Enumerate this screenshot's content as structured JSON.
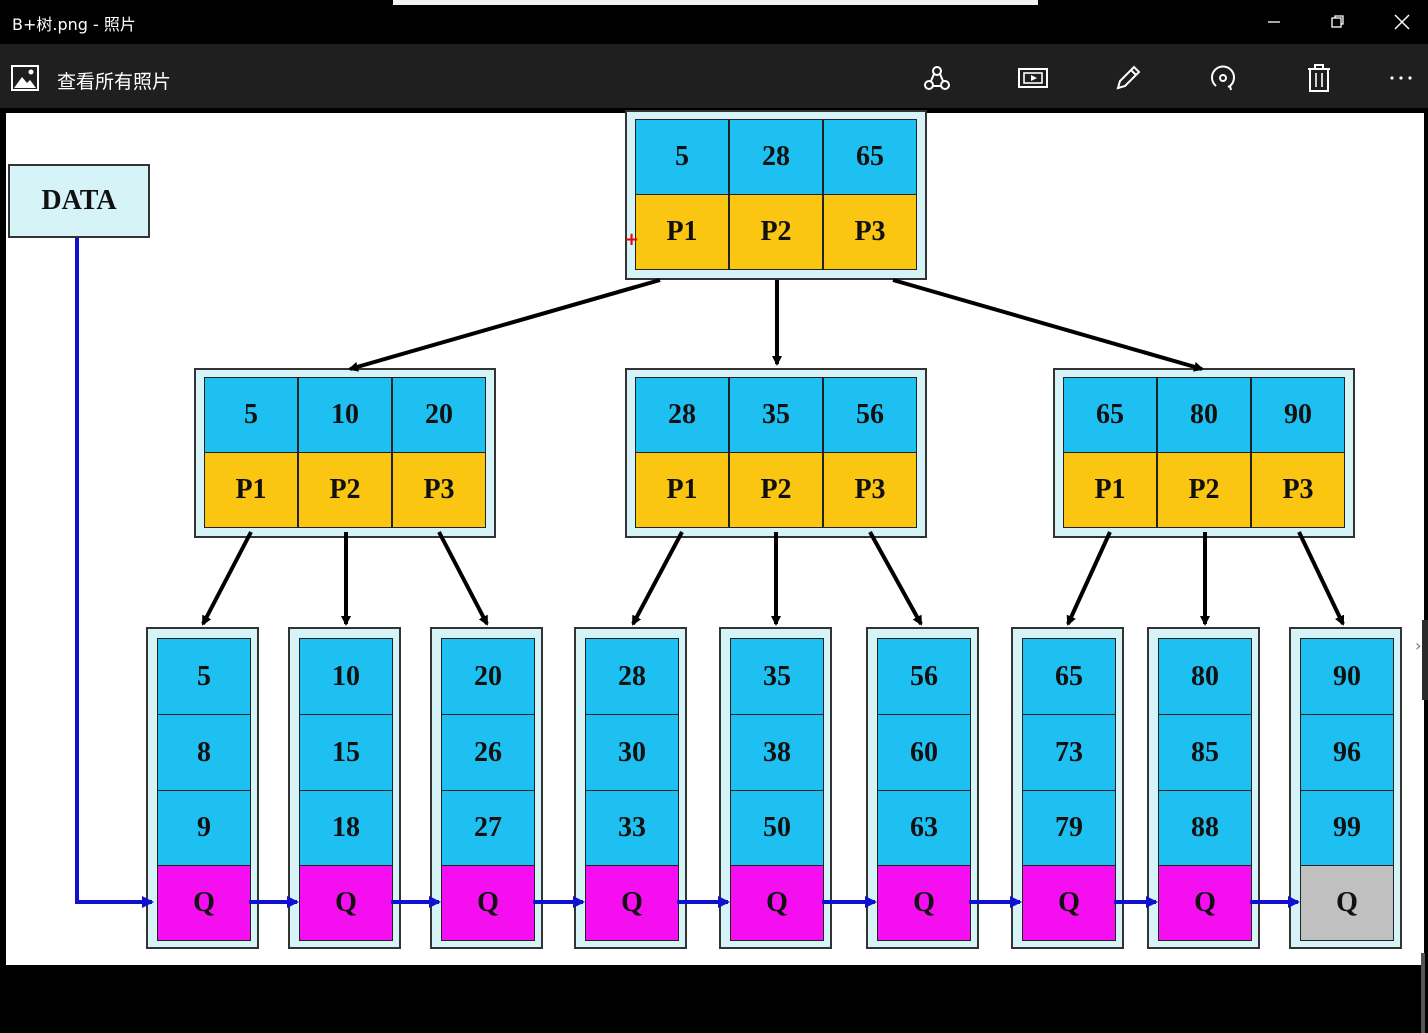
{
  "window": {
    "title": "B+树.png - 照片"
  },
  "toolbar": {
    "all_photos_label": "查看所有照片",
    "icons": [
      "share-icon",
      "slideshow-icon",
      "edit-icon",
      "rotate-icon",
      "delete-icon",
      "more-icon"
    ]
  },
  "diagram": {
    "data_label": "DATA",
    "root": {
      "keys": [
        "5",
        "28",
        "65"
      ],
      "ptrs": [
        "P1",
        "P2",
        "P3"
      ]
    },
    "internal": [
      {
        "keys": [
          "5",
          "10",
          "20"
        ],
        "ptrs": [
          "P1",
          "P2",
          "P3"
        ]
      },
      {
        "keys": [
          "28",
          "35",
          "56"
        ],
        "ptrs": [
          "P1",
          "P2",
          "P3"
        ]
      },
      {
        "keys": [
          "65",
          "80",
          "90"
        ],
        "ptrs": [
          "P1",
          "P2",
          "P3"
        ]
      }
    ],
    "leaves": [
      {
        "keys": [
          "5",
          "8",
          "9"
        ],
        "q": "Q"
      },
      {
        "keys": [
          "10",
          "15",
          "18"
        ],
        "q": "Q"
      },
      {
        "keys": [
          "20",
          "26",
          "27"
        ],
        "q": "Q"
      },
      {
        "keys": [
          "28",
          "30",
          "33"
        ],
        "q": "Q"
      },
      {
        "keys": [
          "35",
          "38",
          "50"
        ],
        "q": "Q"
      },
      {
        "keys": [
          "56",
          "60",
          "63"
        ],
        "q": "Q"
      },
      {
        "keys": [
          "65",
          "73",
          "79"
        ],
        "q": "Q"
      },
      {
        "keys": [
          "80",
          "85",
          "88"
        ],
        "q": "Q"
      },
      {
        "keys": [
          "90",
          "96",
          "99"
        ],
        "q": "Q"
      }
    ],
    "colors": {
      "key_cell": "#1ec0f2",
      "pointer_cell": "#fbc612",
      "q_cell": "#f50ff0",
      "q_last_cell": "#c0c0c0",
      "node_fill": "#d6f4f8",
      "leaf_link": "#1010d0"
    }
  }
}
